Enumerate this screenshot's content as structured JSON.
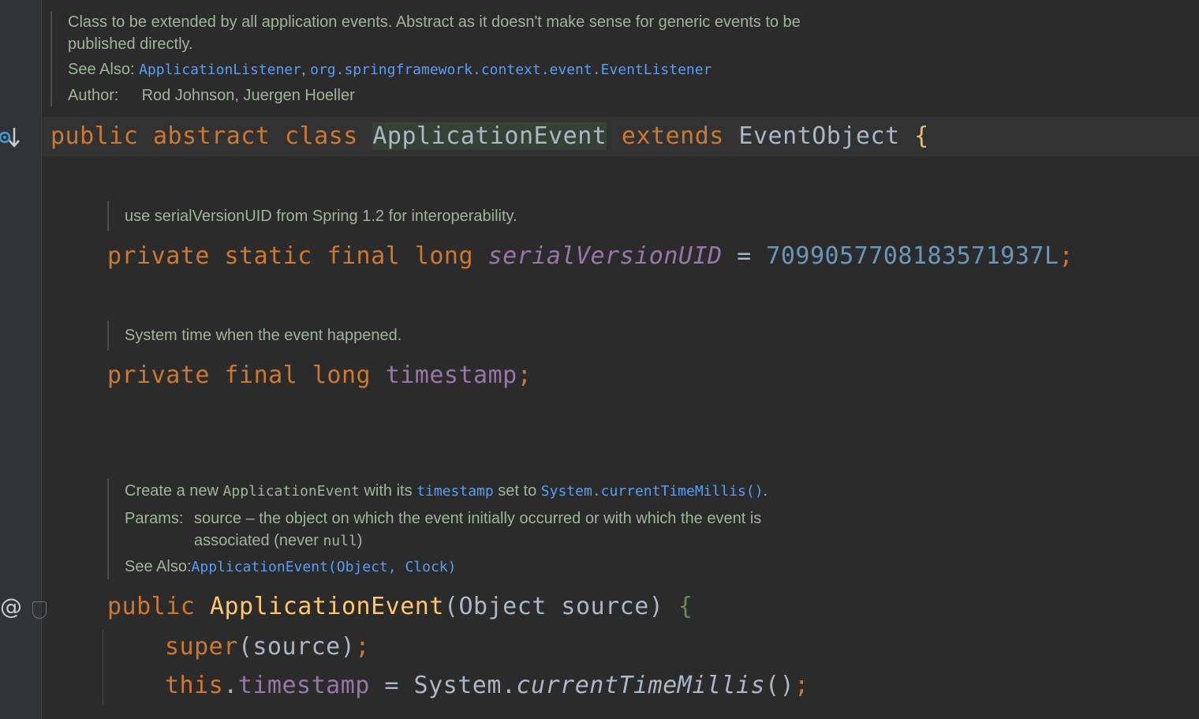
{
  "class_doc": {
    "line1": "Class to be extended by all application events. Abstract as it doesn't make sense for generic events to be",
    "line2": "published directly.",
    "see_also_label": "See Also:",
    "see_also_link1": "ApplicationListener",
    "see_also_sep": ",",
    "see_also_link2": "org.springframework.context.event.EventListener",
    "author_label": "Author:",
    "author_value": "Rod Johnson, Juergen Hoeller"
  },
  "class_decl": {
    "kw1": "public",
    "kw2": "abstract",
    "kw3": "class",
    "name": "ApplicationEvent",
    "kw4": "extends",
    "parent": "EventObject",
    "brace": "{"
  },
  "serial_doc": "use serialVersionUID from Spring 1.2 for interoperability.",
  "serial_field": {
    "kw1": "private",
    "kw2": "static",
    "kw3": "final",
    "kw4": "long",
    "name": "serialVersionUID",
    "eq": "=",
    "value": "7099057708183571937L",
    "semi": ";"
  },
  "timestamp_doc": "System time when the event happened.",
  "timestamp_field": {
    "kw1": "private",
    "kw2": "final",
    "kw3": "long",
    "name": "timestamp",
    "semi": ";"
  },
  "ctor_doc": {
    "text1": "Create a new",
    "code1": "ApplicationEvent",
    "text2": "with its",
    "code2": "timestamp",
    "text3": "set to",
    "code3": "System.currentTimeMillis()",
    "text4": ".",
    "params_label": "Params:",
    "params_line1": "source – the object on which the event initially occurred or with which the event is",
    "params_line2_text": "associated (never",
    "params_line2_code": "null",
    "params_line2_end": ")",
    "see_also_label": "See Also:",
    "see_also_link": "ApplicationEvent(Object, Clock)"
  },
  "ctor_decl": {
    "kw1": "public",
    "name": "ApplicationEvent",
    "params": "(Object source)",
    "brace": "{"
  },
  "ctor_body": {
    "line1_kw": "super",
    "line1_rest": "(source)",
    "line1_semi": ";",
    "line2_kw": "this",
    "line2_dot": ".",
    "line2_field": "timestamp",
    "line2_eq": " = System.",
    "line2_call": "currentTimeMillis",
    "line2_end": "()",
    "line2_semi": ";"
  },
  "gutter": {
    "implemented_icon": "implementations-icon",
    "annotation_icon": "at-sign-icon",
    "annotation_glyph": "@",
    "fold_icon": "fold-icon"
  },
  "colors": {
    "background": "#2b2b2b",
    "keyword": "#cc7832",
    "field": "#9876aa",
    "number": "#6897bb",
    "method": "#ffc66d",
    "doc_text": "#9fb59a",
    "doc_link": "#589df6"
  }
}
